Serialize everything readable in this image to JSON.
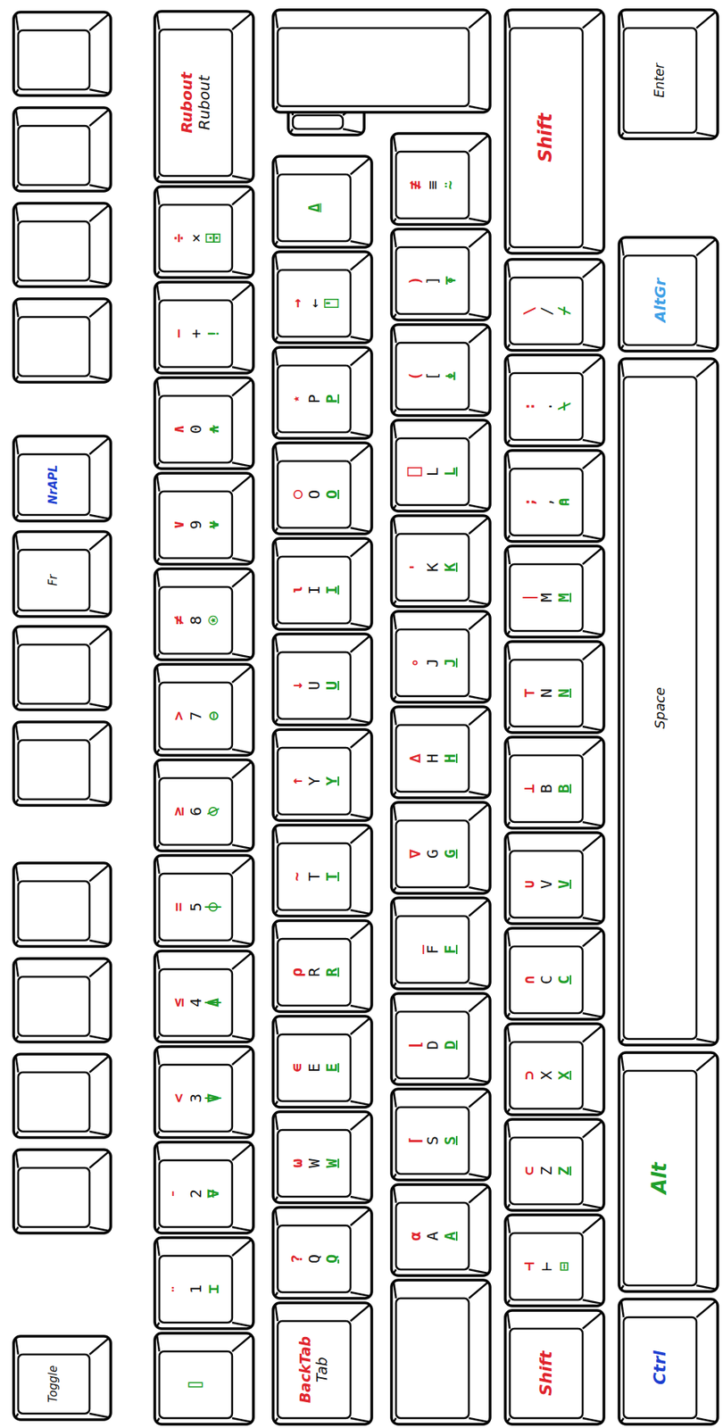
{
  "diagram": {
    "nodes": [
      {
        "text": [
          "Toggle"
        ]
      },
      {
        "text": [
          "Fr"
        ]
      },
      {
        "text": [
          "NrAPL"
        ]
      },
      {
        "text": [
          "⌷"
        ]
      },
      {
        "text": [
          "¨",
          "1",
          "⌶"
        ]
      },
      {
        "text": [
          "¯",
          "2",
          "⍫"
        ]
      },
      {
        "text": [
          "<",
          "3",
          "⍒"
        ]
      },
      {
        "text": [
          "≤",
          "4",
          "⍋"
        ]
      },
      {
        "text": [
          "=",
          "5",
          "⌽"
        ]
      },
      {
        "text": [
          "≥",
          "6",
          "⍉"
        ]
      },
      {
        "text": [
          ">",
          "7",
          "⊖"
        ]
      },
      {
        "text": [
          "≠",
          "8",
          "⍟"
        ]
      },
      {
        "text": [
          "∨",
          "9",
          "⍱"
        ]
      },
      {
        "text": [
          "∧",
          "0",
          "⍲"
        ]
      },
      {
        "text": [
          "−",
          "+",
          "!"
        ]
      },
      {
        "text": [
          "÷",
          "×",
          "⌹"
        ]
      },
      {
        "text": [
          "Rubout",
          "Rubout"
        ]
      },
      {
        "text": [
          "BackTab",
          "Tab"
        ]
      },
      {
        "text": [
          "?",
          "Q",
          "Q"
        ]
      },
      {
        "text": [
          "⍵",
          "W",
          "W"
        ]
      },
      {
        "text": [
          "∊",
          "E",
          "E"
        ]
      },
      {
        "text": [
          "⍴",
          "R",
          "R"
        ]
      },
      {
        "text": [
          "∼",
          "T",
          "T"
        ]
      },
      {
        "text": [
          "↑",
          "Y",
          "Y"
        ]
      },
      {
        "text": [
          "↓",
          "U",
          "U"
        ]
      },
      {
        "text": [
          "⍳",
          "I",
          "I"
        ]
      },
      {
        "text": [
          "○",
          "O",
          "O"
        ]
      },
      {
        "text": [
          "⋆",
          "P",
          "P"
        ]
      },
      {
        "text": [
          "→",
          "←",
          "⍞"
        ]
      },
      {
        "text": [
          "⍙"
        ]
      },
      {
        "text": [
          "⍺",
          "A",
          "A"
        ]
      },
      {
        "text": [
          "⌈",
          "S",
          "S"
        ]
      },
      {
        "text": [
          "⌊",
          "D",
          "D"
        ]
      },
      {
        "text": [
          "_",
          "F",
          "F"
        ]
      },
      {
        "text": [
          "∇",
          "G",
          "G"
        ]
      },
      {
        "text": [
          "∆",
          "H",
          "H"
        ]
      },
      {
        "text": [
          "∘",
          "J",
          "J"
        ]
      },
      {
        "text": [
          "'",
          "K",
          "K"
        ]
      },
      {
        "text": [
          "⎕",
          "L",
          "L"
        ]
      },
      {
        "text": [
          "(",
          "[",
          "⍎"
        ]
      },
      {
        "text": [
          ")",
          "]",
          "⍕"
        ]
      },
      {
        "text": [
          "≢",
          "≡",
          "⍨"
        ]
      },
      {
        "text": [
          "Shift"
        ]
      },
      {
        "text": [
          "⊣",
          "⊢",
          "⊟"
        ]
      },
      {
        "text": [
          "⊂",
          "Z",
          "Z"
        ]
      },
      {
        "text": [
          "⊃",
          "X",
          "X"
        ]
      },
      {
        "text": [
          "∩",
          "C",
          "C"
        ]
      },
      {
        "text": [
          "∪",
          "V",
          "V"
        ]
      },
      {
        "text": [
          "⊥",
          "B",
          "B"
        ]
      },
      {
        "text": [
          "⊤",
          "N",
          "N"
        ]
      },
      {
        "text": [
          "|",
          "M",
          "M"
        ]
      },
      {
        "text": [
          ";",
          ",",
          "⍝"
        ]
      },
      {
        "text": [
          ":",
          ".",
          "⍀"
        ]
      },
      {
        "text": [
          "\\",
          "/",
          "⌿"
        ]
      },
      {
        "text": [
          "Shift"
        ]
      },
      {
        "text": [
          "Ctrl"
        ]
      },
      {
        "text": [
          "Alt"
        ]
      },
      {
        "text": [
          "Space"
        ]
      },
      {
        "text": [
          "AltGr"
        ]
      },
      {
        "text": [
          "Enter"
        ]
      }
    ]
  }
}
